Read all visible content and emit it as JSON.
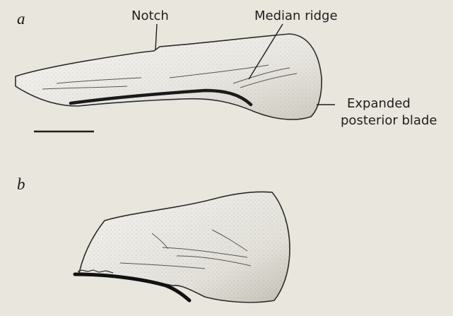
{
  "panels": [
    {
      "letter": "a"
    },
    {
      "letter": "b"
    }
  ],
  "labels": {
    "notch": "Notch",
    "median_ridge": "Median ridge",
    "expanded_line1": "Expanded",
    "expanded_line2": "posterior blade"
  },
  "colors": {
    "paper": "#e9e6dd",
    "ink": "#1e1e1e",
    "bone_fill": "#f3f2ee",
    "bone_shade": "#b8b4ab"
  }
}
